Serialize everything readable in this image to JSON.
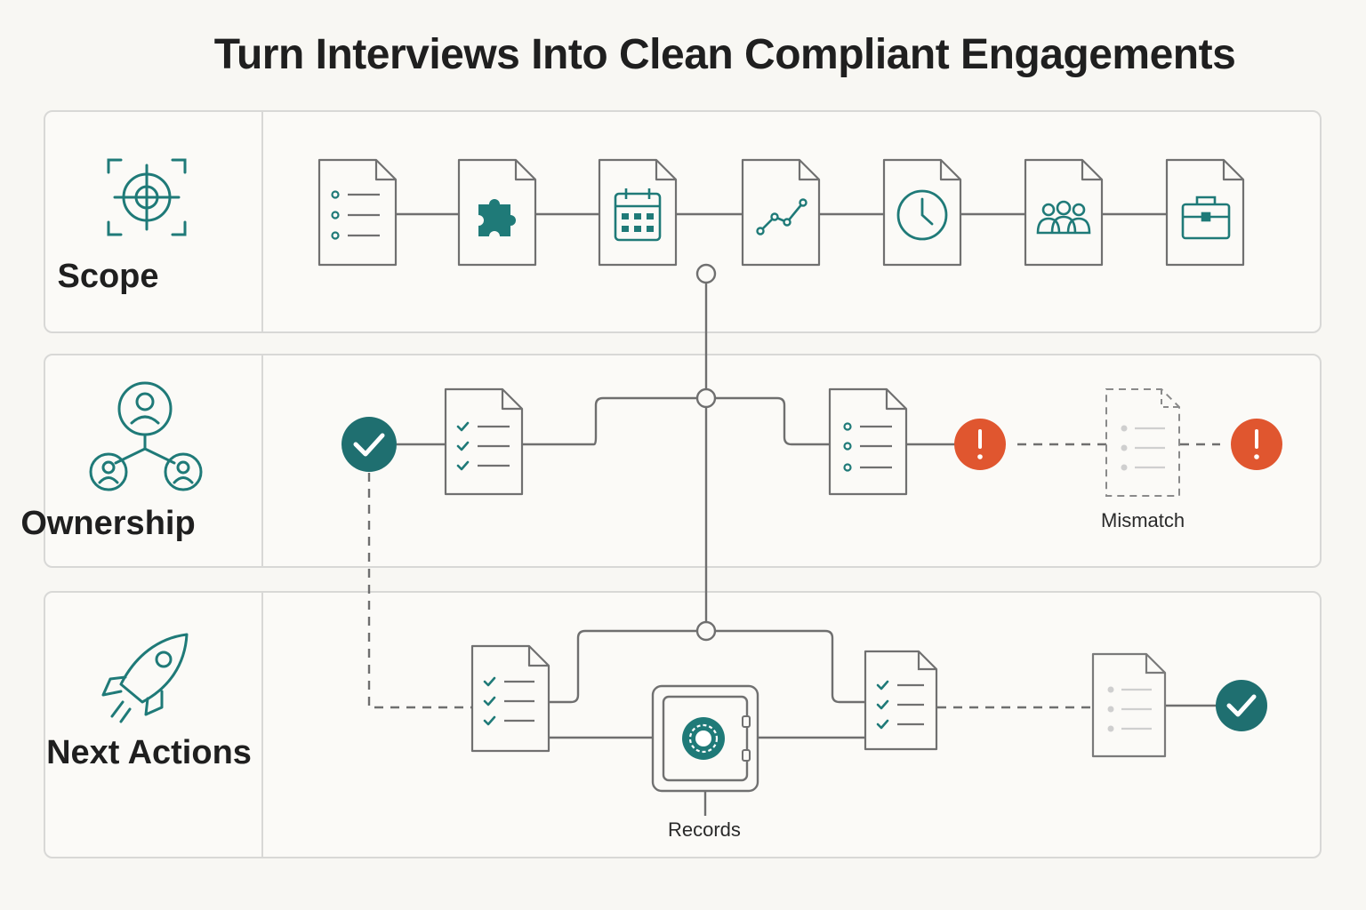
{
  "title": "Turn Interviews Into Clean Compliant Engagements",
  "lanes": [
    {
      "label": "Scope",
      "icon": "target-icon"
    },
    {
      "label": "Ownership",
      "icon": "team-hierarchy-icon"
    },
    {
      "label": "Next Actions",
      "icon": "rocket-icon"
    }
  ],
  "labels": {
    "mismatch": "Mismatch",
    "records": "Records"
  },
  "scope_documents": [
    "list-icon",
    "puzzle-icon",
    "calendar-icon",
    "line-chart-icon",
    "clock-icon",
    "people-icon",
    "briefcase-icon"
  ],
  "status_icons": {
    "ok": "check-circle-icon",
    "warning": "alert-circle-icon"
  },
  "colors": {
    "teal": "#1f7a78",
    "alert": "#e0562f",
    "line": "#6f6f6f",
    "doc": "#707070",
    "faded": "#b9b9b9"
  }
}
